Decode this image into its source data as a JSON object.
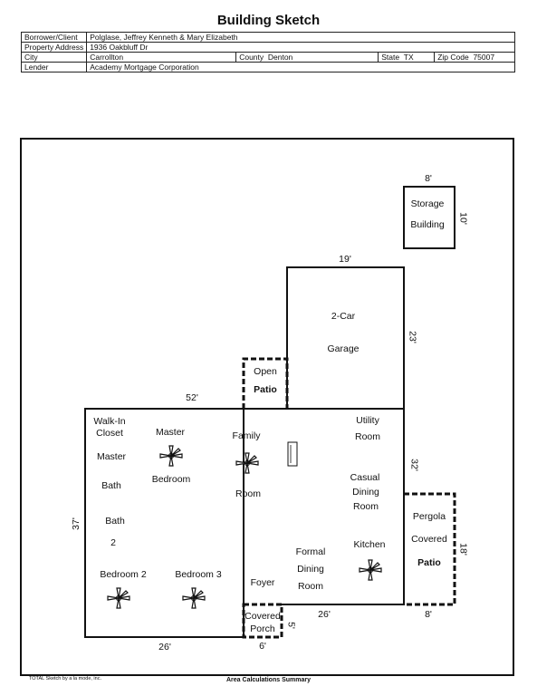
{
  "header": {
    "title": "Building Sketch"
  },
  "info": {
    "borrower_label": "Borrower/Client",
    "borrower_value": "Polglase, Jeffrey Kenneth & Mary Elizabeth",
    "address_label": "Property Address",
    "address_value": "1936 Oakbluff Dr",
    "city_label": "City",
    "city_value": "Carrollton",
    "county_label": "County",
    "county_value": "Denton",
    "state_label": "State",
    "state_value": "TX",
    "zip_label": "Zip Code",
    "zip_value": "75007",
    "lender_label": "Lender",
    "lender_value": "Academy Mortgage Corporation"
  },
  "rooms": {
    "storage_1": "Storage",
    "storage_2": "Building",
    "garage_1": "2-Car",
    "garage_2": "Garage",
    "open_patio_1": "Open",
    "open_patio_2": "Patio",
    "walkin_1": "Walk-In",
    "walkin_2": "Closet",
    "master_bath_1": "Master",
    "master_bath_2": "Bath",
    "master_bed_1": "Master",
    "master_bed_2": "Bedroom",
    "family_1": "Family",
    "family_2": "Room",
    "utility_1": "Utility",
    "utility_2": "Room",
    "casual_1": "Casual",
    "casual_2": "Dining",
    "casual_3": "Room",
    "bath2_1": "Bath",
    "bath2_2": "2",
    "kitchen": "Kitchen",
    "formal_1": "Formal",
    "formal_2": "Dining",
    "formal_3": "Room",
    "bedroom2": "Bedroom 2",
    "bedroom3": "Bedroom 3",
    "foyer": "Foyer",
    "pergola_1": "Pergola",
    "pergola_2": "Covered",
    "pergola_3": "Patio",
    "porch_1": "Covered",
    "porch_2": "Porch"
  },
  "dimensions": {
    "storage_w": "8'",
    "storage_h": "10'",
    "garage_w": "19'",
    "garage_h": "23'",
    "house_top": "52'",
    "house_right": "32'",
    "house_left": "37'",
    "house_bottom_left": "26'",
    "house_bottom_right": "26'",
    "porch_w": "6'",
    "porch_h": "5'",
    "pergola_w": "8'",
    "pergola_h": "18'"
  },
  "footer": {
    "software": "TOTAL Sketch by a la mode, inc.",
    "summary": "Area Calculations Summary"
  }
}
